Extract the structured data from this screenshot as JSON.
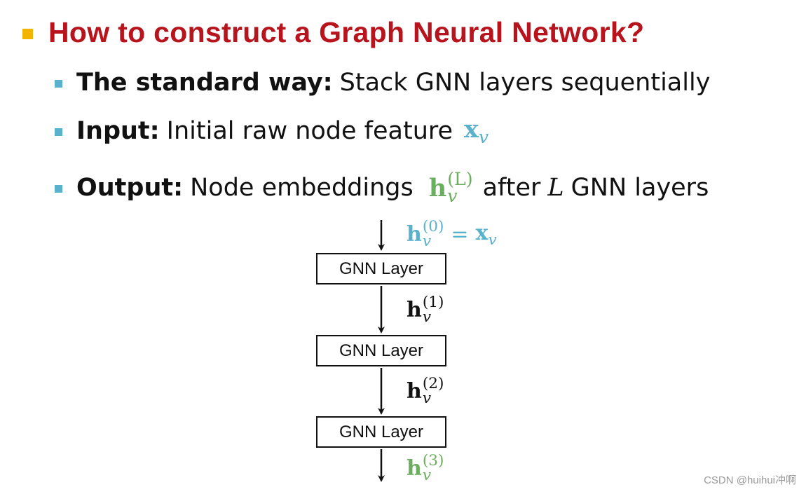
{
  "title": "How to construct a Graph Neural Network?",
  "bullets": [
    {
      "label": "The standard way:",
      "text": "Stack GNN layers sequentially"
    },
    {
      "label": "Input:",
      "text": "Initial raw node feature",
      "math_symbol": "x",
      "math_sub": "v"
    },
    {
      "label": "Output:",
      "text_before": "Node embeddings",
      "math_symbol": "h",
      "math_sub": "v",
      "math_sup": "(L)",
      "text_after_1": "after",
      "var": "L",
      "text_after_2": "GNN layers"
    }
  ],
  "diagram": {
    "layers": [
      "GNN Layer",
      "GNN Layer",
      "GNN Layer"
    ],
    "input_label": {
      "symbol": "h",
      "sub": "v",
      "sup": "(0)",
      "eq": "=",
      "rhs_symbol": "x",
      "rhs_sub": "v"
    },
    "hidden_labels": [
      {
        "symbol": "h",
        "sub": "v",
        "sup": "(1)"
      },
      {
        "symbol": "h",
        "sub": "v",
        "sup": "(2)"
      }
    ],
    "output_label": {
      "symbol": "h",
      "sub": "v",
      "sup": "(3)"
    }
  },
  "colors": {
    "title": "#b8141d",
    "title_bullet": "#f2b400",
    "sub_bullet": "#5ab1cc",
    "math_blue": "#5ab1cc",
    "math_green": "#6cae5f"
  },
  "watermark": "CSDN @huihui冲啊"
}
